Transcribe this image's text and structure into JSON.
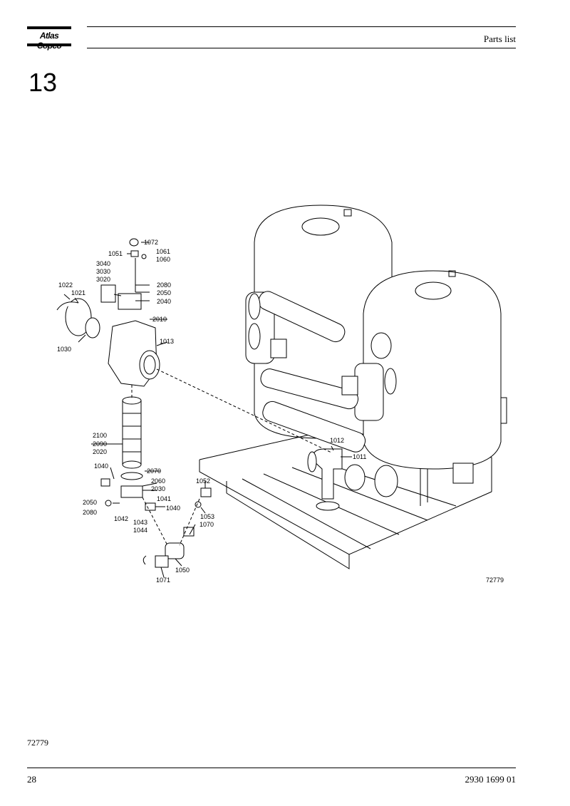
{
  "header": {
    "brand": "Atlas Copco",
    "title": "Parts list"
  },
  "section": {
    "number": "13"
  },
  "drawing": {
    "labels": {
      "l1072": "1072",
      "l1051": "1051",
      "l1061": "1061",
      "l1060": "1060",
      "l3040": "3040",
      "l3030": "3030",
      "l3020": "3020",
      "l1022": "1022",
      "l1021": "1021",
      "l2080a": "2080",
      "l2050a": "2050",
      "l2040": "2040",
      "l2010": "2010",
      "l1030": "1030",
      "l1013": "1013",
      "l2100": "2100",
      "l2090": "2090",
      "l2020": "2020",
      "l1040a": "1040",
      "l2070": "2070",
      "l2060": "2060",
      "l2030": "2030",
      "l1052": "1052",
      "l2050b": "2050",
      "l2080b": "2080",
      "l1041": "1041",
      "l1040b": "1040",
      "l1053": "1053",
      "l1042": "1042",
      "l1043": "1043",
      "l1044": "1044",
      "l1070": "1070",
      "l1050": "1050",
      "l1071": "1071",
      "l1012": "1012",
      "l1011": "1011",
      "ref": "72779"
    }
  },
  "footer": {
    "reference": "72779",
    "page": "28",
    "doc_number": "2930 1699 01"
  }
}
